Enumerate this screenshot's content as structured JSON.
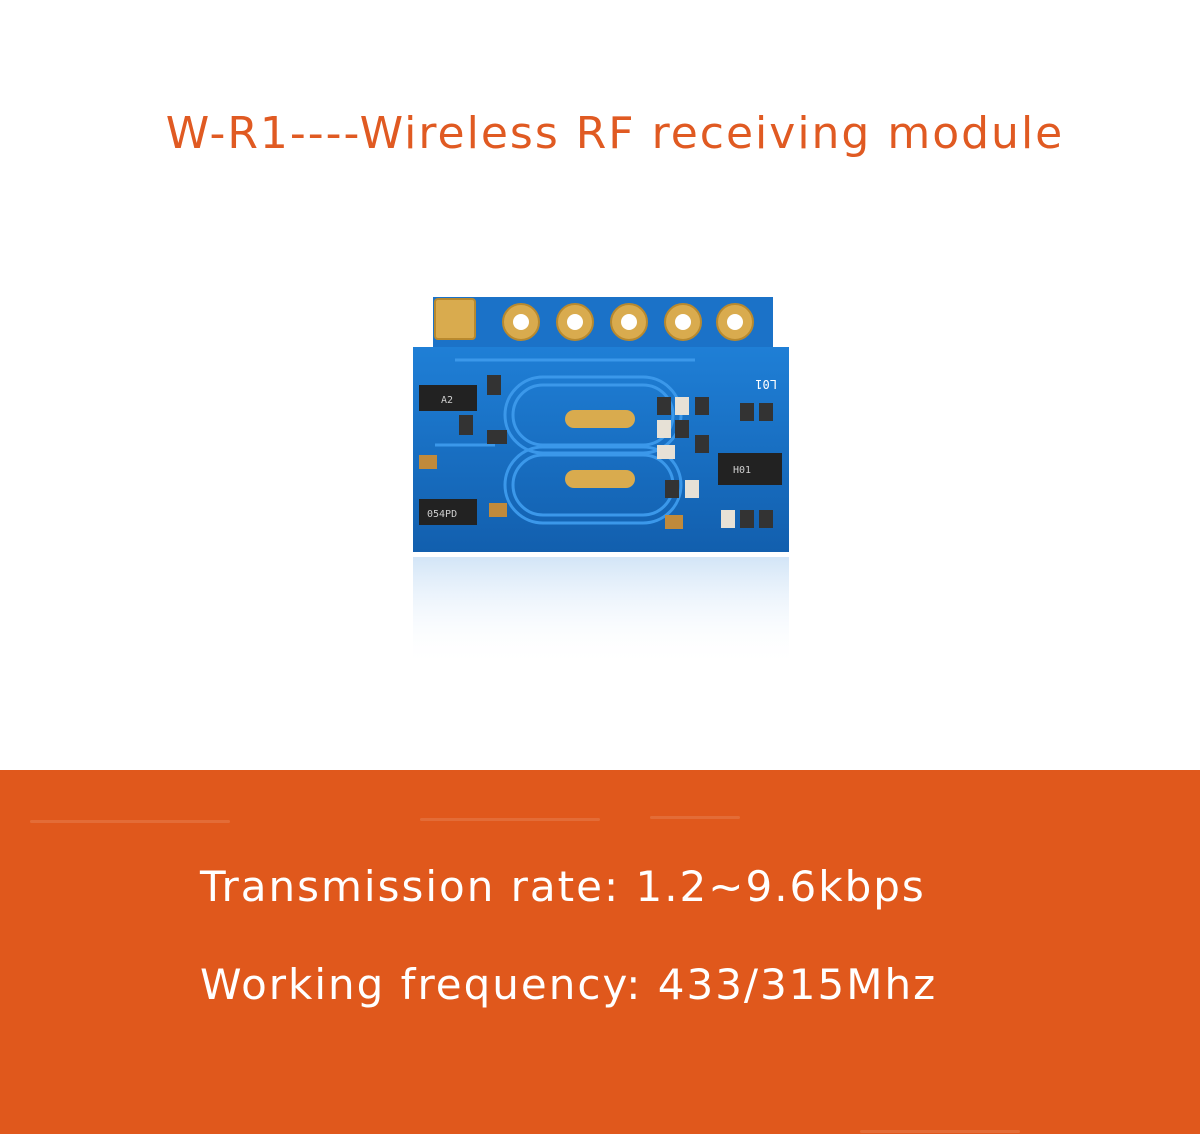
{
  "title": "W-R1----Wireless RF receiving module",
  "product_image": {
    "description_icon": "rf-receiver-board-icon",
    "chip_labels": [
      "A2",
      "H01",
      "054PD",
      "L01"
    ]
  },
  "specs": {
    "transmission_rate": "Transmission rate: 1.2~9.6kbps",
    "working_frequency": "Working frequency: 433/315Mhz"
  },
  "colors": {
    "accent": "#e05a22",
    "band": "#e0581c",
    "board": "#1a6fc4"
  }
}
